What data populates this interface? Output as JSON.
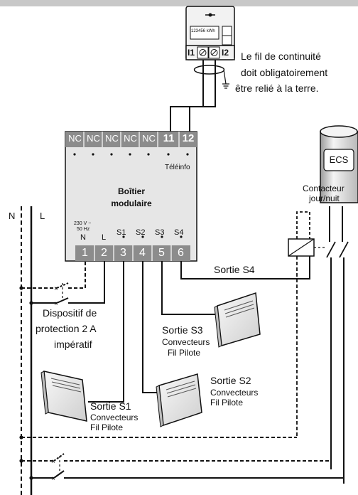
{
  "module": {
    "top_terminals": [
      "NC",
      "NC",
      "NC",
      "NC",
      "NC",
      "11",
      "12"
    ],
    "teleinfo": "Téléinfo",
    "title_line1": "Boîtier",
    "title_line2": "modulaire",
    "supply_line1": "230 V ~",
    "supply_line2": "50 Hz",
    "bottom_headers": [
      "N",
      "L",
      "S1",
      "S2",
      "S3",
      "S4"
    ],
    "bottom_terminals": [
      "1",
      "2",
      "3",
      "4",
      "5",
      "6"
    ]
  },
  "meter": {
    "display": "123456 kWh",
    "terminal_i1": "I1",
    "terminal_i2": "I2",
    "note_line1": "Le fil de continuité",
    "note_line2": "doit obligatoirement",
    "note_line3": "être relié à la terre."
  },
  "mains": {
    "neutral": "N",
    "live": "L"
  },
  "protection": {
    "line1": "Dispositif de",
    "line2": "protection 2 A",
    "line3": "impératif"
  },
  "water_heater": {
    "label": "ECS"
  },
  "contactor": {
    "line1": "Contacteur",
    "line2": "jour/nuit"
  },
  "outputs": {
    "s4": "Sortie S4",
    "s3": {
      "title": "Sortie S3",
      "line1": "Convecteurs",
      "line2": "Fil Pilote"
    },
    "s2": {
      "title": "Sortie S2",
      "line1": "Convecteurs",
      "line2": "Fil Pilote"
    },
    "s1": {
      "title": "Sortie S1",
      "line1": "Convecteurs",
      "line2": "Fil Pilote"
    }
  },
  "colors": {
    "header_bar": "#c8c8c8",
    "terminal_dark": "#8c8c8c",
    "module_body": "#e6e6e6",
    "wire": "#111111"
  }
}
